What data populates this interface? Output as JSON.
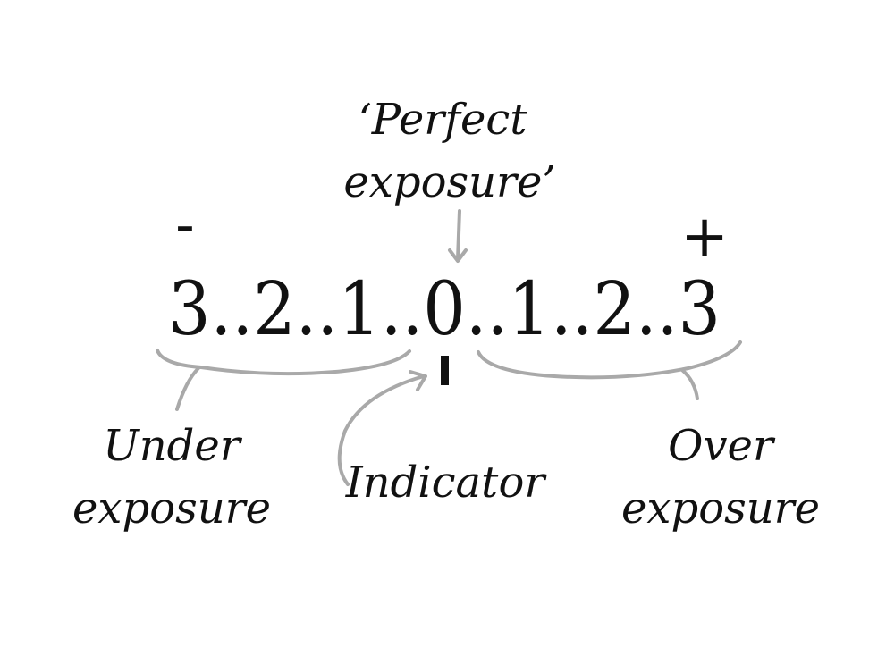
{
  "labels": {
    "perfect_line1": "‘Perfect",
    "perfect_line2": "exposure’",
    "minus_sign": "-",
    "plus_sign": "+",
    "scale": "3..2..1..0..1..2..3",
    "under_line1": "Under",
    "under_line2": "exposure",
    "indicator": "Indicator",
    "over_line1": "Over",
    "over_line2": "exposure"
  },
  "colors": {
    "text": "#111111",
    "guide": "#a9a9a9",
    "background": "#ffffff"
  }
}
